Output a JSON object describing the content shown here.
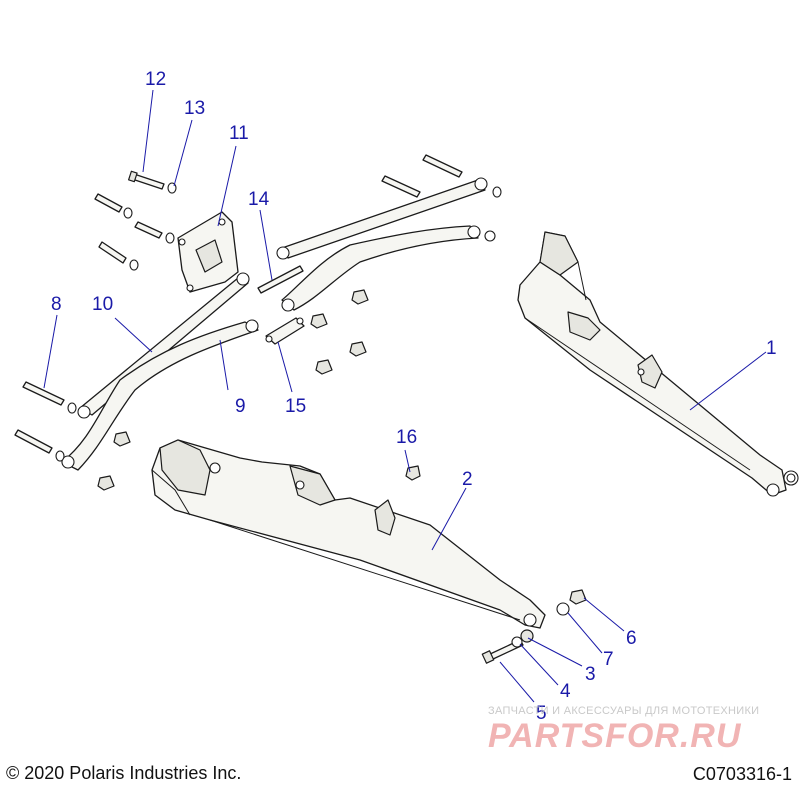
{
  "callouts": [
    "1",
    "2",
    "3",
    "4",
    "5",
    "6",
    "7",
    "8",
    "9",
    "10",
    "11",
    "12",
    "13",
    "14",
    "15",
    "16"
  ],
  "footer": {
    "copyright": "© 2020 Polaris Industries Inc.",
    "diagram_id": "C0703316-1"
  },
  "watermark": {
    "tagline": "ЗАПЧАСТИ И АКСЕССУАРЫ ДЛЯ МОТОТЕХНИКИ",
    "logo": "PARTSFOR.RU"
  },
  "colors": {
    "callout": "#1a1aa8",
    "line": "#1b1b1b",
    "watermark_logo": "#f1b4b4",
    "watermark_text": "#c9c9c9"
  }
}
